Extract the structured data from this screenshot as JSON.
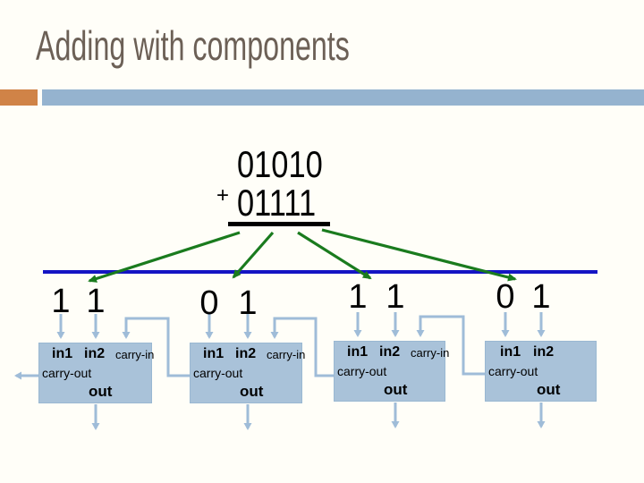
{
  "slide": {
    "title": "Adding with components"
  },
  "problem": {
    "operand1": "01010",
    "operator": "+",
    "operand2": "01111"
  },
  "bit_pairs": [
    {
      "a": "1",
      "b": "1"
    },
    {
      "a": "0",
      "b": "1"
    },
    {
      "a": "1",
      "b": "1"
    },
    {
      "a": "0",
      "b": "1"
    }
  ],
  "adders": [
    {
      "in1": "in1",
      "in2": "in2",
      "carry_in": "carry-in",
      "carry_out": "carry-out",
      "out": "out"
    },
    {
      "in1": "in1",
      "in2": "in2",
      "carry_in": "carry-in",
      "carry_out": "carry-out",
      "out": "out"
    },
    {
      "in1": "in1",
      "in2": "in2",
      "carry_in": "carry-in",
      "carry_out": "carry-out",
      "out": "out"
    },
    {
      "in1": "in1",
      "in2": "in2",
      "carry_out": "carry-out",
      "out": "out"
    }
  ],
  "colors": {
    "bg": "#fffef8",
    "title-color": "#6c6056",
    "orange": "#d08347",
    "bar-blue": "#95b3cf",
    "box-fill": "#a9c2d9",
    "box-border": "#9ab8d2",
    "wire": "#9fbcd8",
    "green": "#1a7b1e",
    "line-blue": "#1414c4",
    "ink": "#000000"
  }
}
